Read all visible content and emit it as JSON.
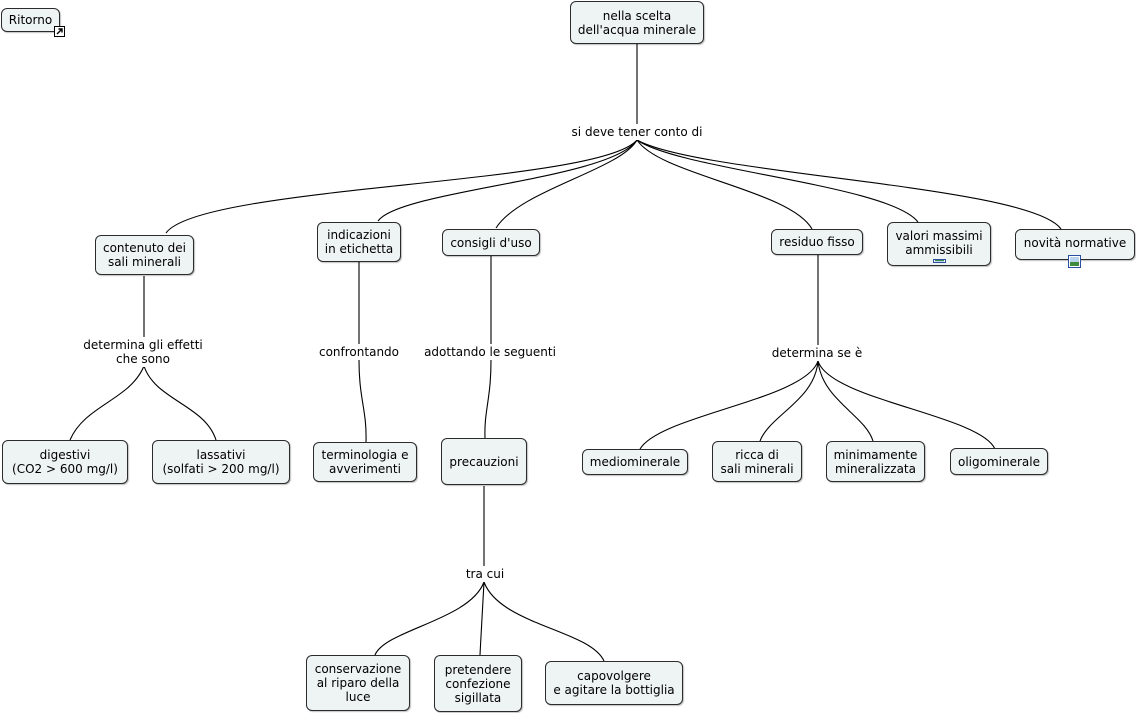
{
  "return_label": "Ritorno",
  "nodes": {
    "root": "nella scelta\ndell'acqua minerale",
    "contenuto": "contenuto dei\nsali minerali",
    "indicazioni": "indicazioni\nin etichetta",
    "consigli": "consigli d'uso",
    "residuo": "residuo fisso",
    "valori": "valori massimi\nammissibili",
    "novita": "novità normative",
    "digestivi": "digestivi\n(CO2 > 600 mg/l)",
    "lassativi": "lassativi\n(solfati > 200 mg/l)",
    "terminologia": "terminologia e\navverimenti",
    "precauzioni": "precauzioni",
    "mediominerale": "mediominerale",
    "ricca": "ricca di\nsali minerali",
    "minimamente": "minimamente\nmineralizzata",
    "oligominerale": "oligominerale",
    "conservazione": "conservazione\nal riparo della\nluce",
    "pretendere": "pretendere\nconfezione\nsigillata",
    "capovolgere": "capovolgere\ne agitare la bottiglia"
  },
  "links": {
    "si_deve": "si deve tener conto di",
    "determina_effetti": "determina gli effetti\nche sono",
    "confrontando": "confrontando",
    "adottando": "adottando le seguenti",
    "determina_se": "determina se è",
    "tra_cui": "tra cui"
  },
  "icons": {
    "return_link": "shortcut-arrow-icon",
    "attachment": "image-icon"
  }
}
